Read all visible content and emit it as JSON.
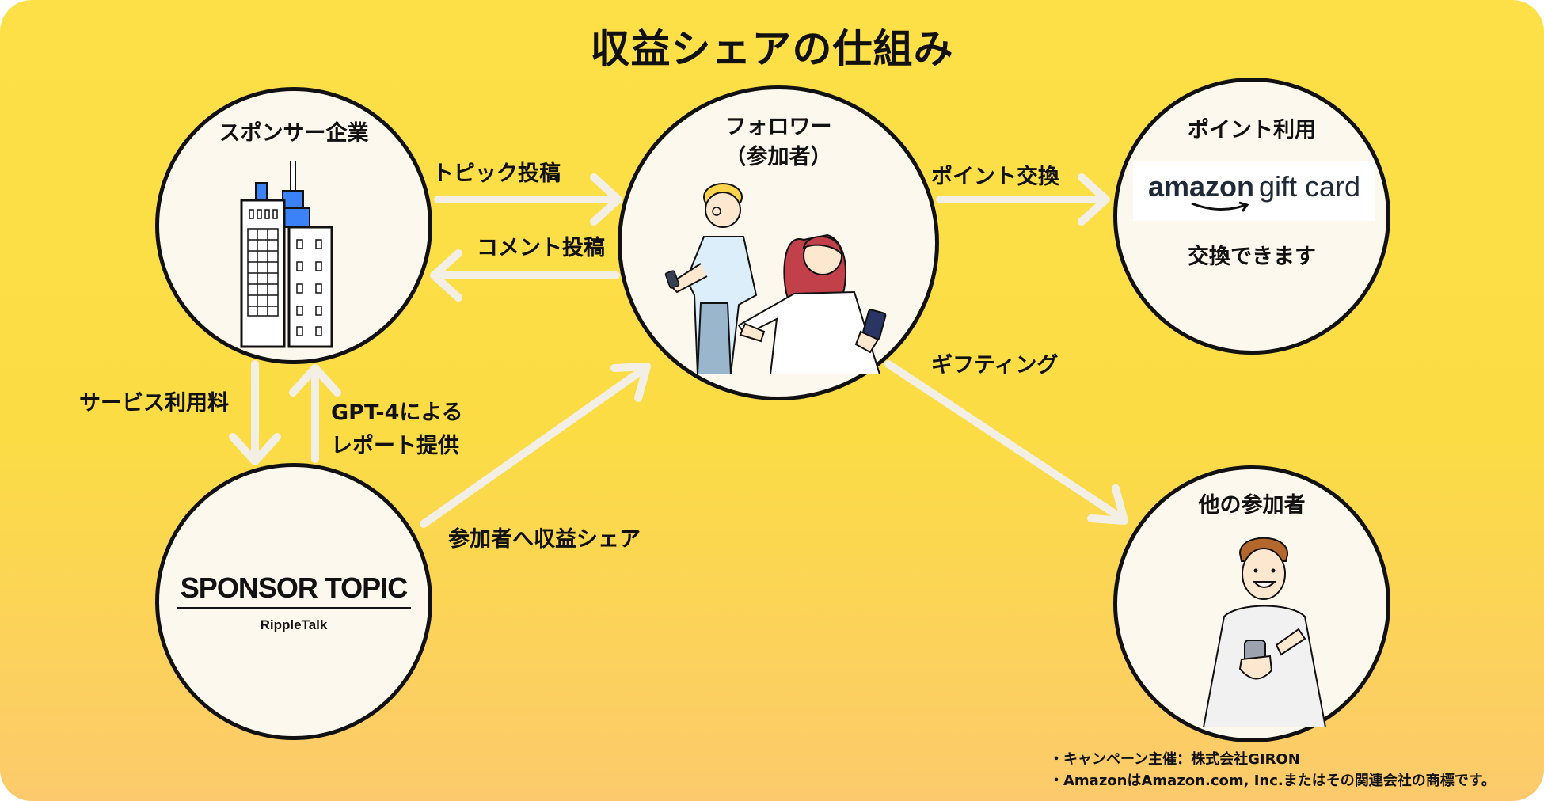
{
  "title": "収益シェアの仕組み",
  "nodes": {
    "sponsor": {
      "label": "スポンサー企業"
    },
    "follower": {
      "label": "フォロワー",
      "sublabel": "（参加者）"
    },
    "points": {
      "label": "ポイント利用",
      "gift_brand": "amazon",
      "gift_text": "gift card",
      "caption": "交換できます"
    },
    "platform": {
      "brand": "SPONSOR TOPIC",
      "sub": "RippleTalk"
    },
    "others": {
      "label": "他の参加者"
    }
  },
  "edges": {
    "topic_post": "トピック投稿",
    "comment_post": "コメント投稿",
    "point_exchange": "ポイント交換",
    "service_fee": "サービス利用料",
    "gpt_report_line1": "GPT-4による",
    "gpt_report_line2": "レポート提供",
    "revenue_share": "参加者へ収益シェア",
    "gifting": "ギフティング"
  },
  "notes": [
    "・キャンペーン主催：株式会社GIRON",
    "・AmazonはAmazon.com, Inc.またはその関連会社の商標です。"
  ],
  "colors": {
    "background_top": "#fde047",
    "background_bottom": "#fcca6c",
    "node_fill": "#fdf8ee",
    "arrow": "#f3efe4",
    "building_accent": "#3b82f6"
  }
}
